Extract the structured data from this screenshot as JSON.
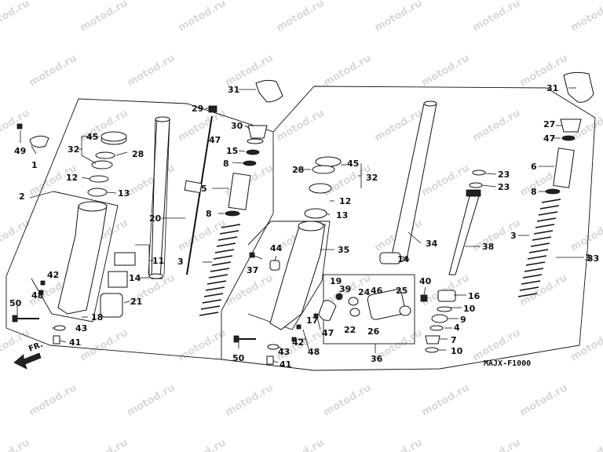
{
  "diagram_code": "MAJX-F1000",
  "direction_label": "FR.",
  "watermark": "motod.ru",
  "callouts": [
    "1",
    "2",
    "3",
    "4",
    "5",
    "6",
    "7",
    "8",
    "9",
    "10",
    "11",
    "12",
    "13",
    "14",
    "15",
    "16",
    "17",
    "18",
    "19",
    "20",
    "21",
    "22",
    "23",
    "24",
    "25",
    "26",
    "27",
    "28",
    "29",
    "30",
    "31",
    "32",
    "33",
    "34",
    "35",
    "36",
    "37",
    "38",
    "39",
    "40",
    "41",
    "42",
    "43",
    "44",
    "45",
    "46",
    "47",
    "48",
    "49",
    "50"
  ]
}
